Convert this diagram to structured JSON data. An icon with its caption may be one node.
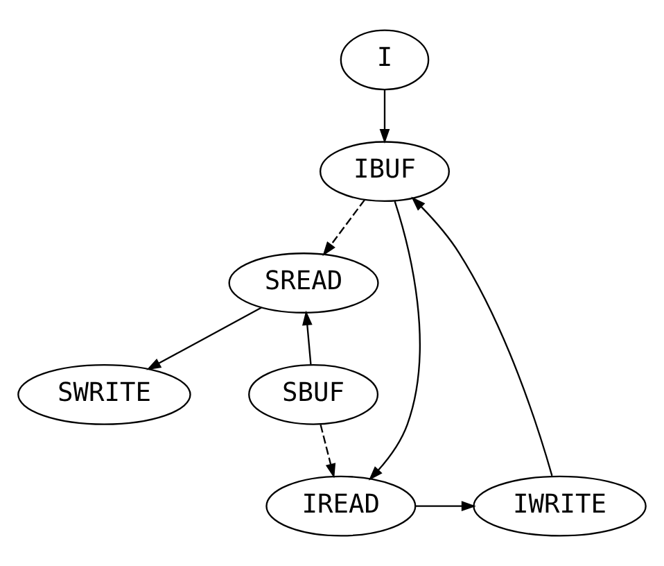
{
  "diagram": {
    "nodes": [
      {
        "text": [
          "I"
        ]
      },
      {
        "text": [
          "IBUF"
        ]
      },
      {
        "text": [
          "SREAD"
        ]
      },
      {
        "text": [
          "SBUF"
        ]
      },
      {
        "text": [
          "SWRITE"
        ]
      },
      {
        "text": [
          "IREAD"
        ]
      },
      {
        "text": [
          "IWRITE"
        ]
      }
    ],
    "edges": [
      {
        "from": 0,
        "to": 1,
        "arrow": "to"
      },
      {
        "from": 1,
        "to": 2,
        "arrow": "to",
        "style": "dashed"
      },
      {
        "from": 2,
        "to": 4,
        "arrow": "to"
      },
      {
        "from": 3,
        "to": 2,
        "arrow": "to"
      },
      {
        "from": 3,
        "to": 5,
        "arrow": "to",
        "style": "dashed"
      },
      {
        "from": 1,
        "to": 5,
        "arrow": "to"
      },
      {
        "from": 5,
        "to": 6,
        "arrow": "to"
      },
      {
        "from": 6,
        "to": 1,
        "arrow": "to"
      }
    ]
  }
}
